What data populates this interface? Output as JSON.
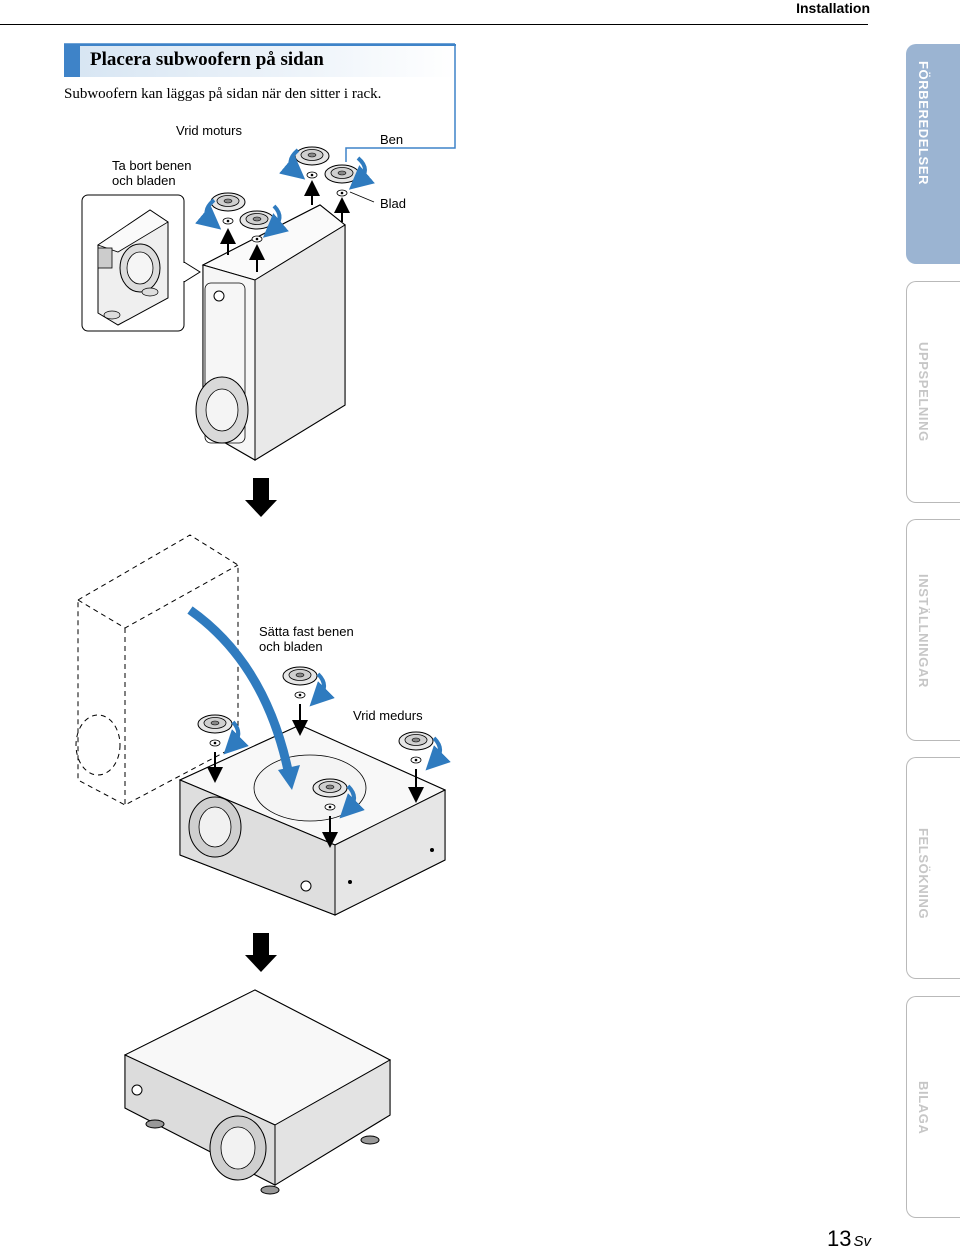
{
  "header": {
    "section_title": "Installation"
  },
  "section": {
    "heading": "Placera subwoofern på sidan",
    "intro": "Subwoofern kan läggas på sidan när den sitter i rack."
  },
  "labels": {
    "remove": "Ta bort benen och bladen",
    "remove_line1": "Ta bort benen",
    "remove_line2": "och bladen",
    "turn_ccw": "Vrid moturs",
    "leg": "Ben",
    "blade": "Blad",
    "attach_line1": "Sätta fast benen",
    "attach_line2": "och bladen",
    "turn_cw": "Vrid medurs"
  },
  "side_tabs": [
    {
      "label": "FÖRBEREDELSER",
      "active": true
    },
    {
      "label": "UPPSPELNING",
      "active": false
    },
    {
      "label": "INSTÄLLNINGAR",
      "active": false
    },
    {
      "label": "FELSÖKNING",
      "active": false
    },
    {
      "label": "BILAGA",
      "active": false
    }
  ],
  "footer": {
    "page_number": "13",
    "language": "Sv"
  },
  "colors": {
    "accent": "#3e83c8",
    "tab_active": "#9bb4d2",
    "tab_inactive_text": "#c6c6c6",
    "arrow_blue": "#2f7bbf"
  }
}
